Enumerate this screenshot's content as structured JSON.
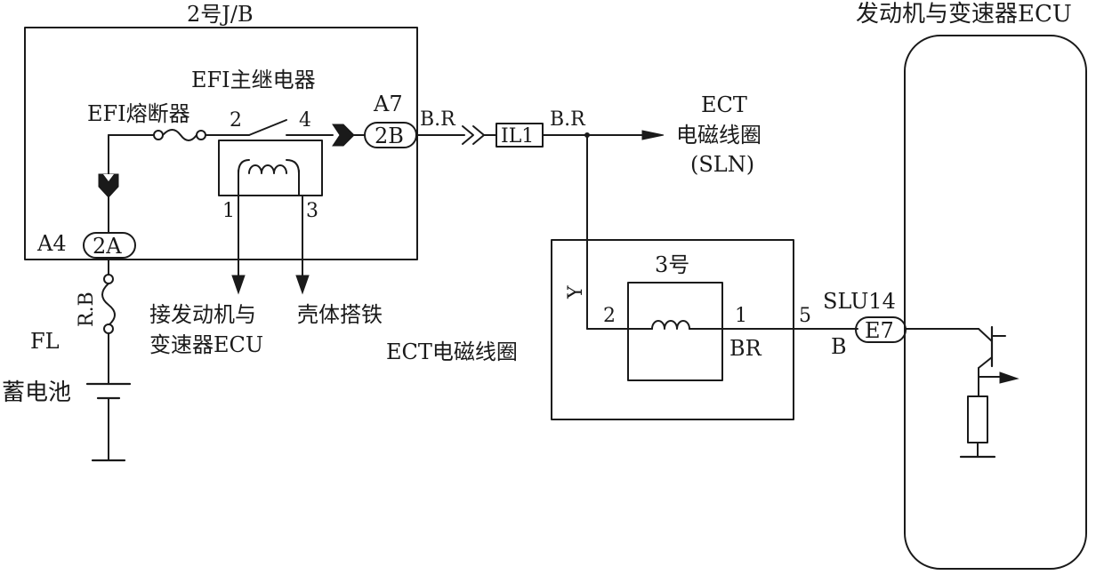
{
  "jb2": {
    "title": "2号J/B",
    "efi_relay_label": "EFI主继电器",
    "efi_fuse_label": "EFI熔断器",
    "relay_pin_2": "2",
    "relay_pin_4": "4",
    "coil_pin_1": "1",
    "coil_pin_3": "3",
    "connector_a7_label": "A7",
    "connector_a7_text": "2B",
    "connector_a4_label": "A4",
    "connector_a4_text": "2A"
  },
  "wires": {
    "br_1": "B.R",
    "br_2": "B.R",
    "rb": "R.B",
    "y": "Y",
    "b": "B",
    "br_solenoid": "BR"
  },
  "il1": {
    "text": "IL1"
  },
  "ect_sln": {
    "line1": "ECT",
    "line2": "电磁线圈",
    "line3": "(SLN)"
  },
  "to_ecu_label": {
    "line1": "接发动机与",
    "line2": "变速器ECU"
  },
  "ground_label": "壳体搭铁",
  "battery": {
    "fl_label": "FL",
    "battery_label": "蓄电池"
  },
  "solenoid3": {
    "title": "3号",
    "pin_2": "2",
    "pin_1": "1",
    "box_label": "ECT电磁线圈"
  },
  "ecu": {
    "title": "发动机与变速器ECU",
    "pin_5": "5",
    "terminal_label": "SLU14",
    "connector_text": "E7"
  },
  "colors": {
    "line": "#1a1a1a",
    "background": "#ffffff"
  }
}
